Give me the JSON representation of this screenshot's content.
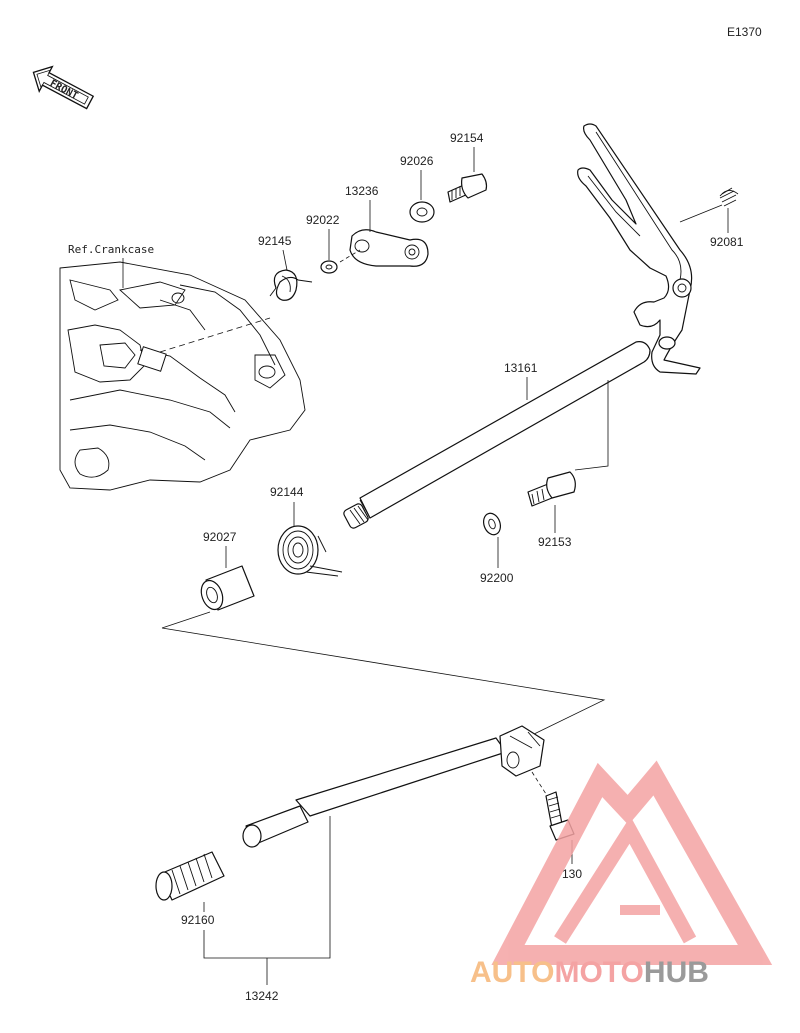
{
  "diagram_code": "E1370",
  "front_label": "FRONT",
  "ref_label": "Ref.Crankcase",
  "parts": {
    "p92154": "92154",
    "p92026": "92026",
    "p13236": "13236",
    "p92022": "92022",
    "p92145": "92145",
    "p92081": "92081",
    "p13161": "13161",
    "p92144": "92144",
    "p92027": "92027",
    "p92153": "92153",
    "p92200": "92200",
    "p130": "130",
    "p92160": "92160",
    "p13242": "13242"
  },
  "watermark": {
    "part1": "AUTO",
    "part2": "MOTO",
    "part3": "HUB",
    "color_auto": "#f7c08a",
    "color_moto": "#f4a3a3",
    "color_hub": "#9a9a9a"
  }
}
